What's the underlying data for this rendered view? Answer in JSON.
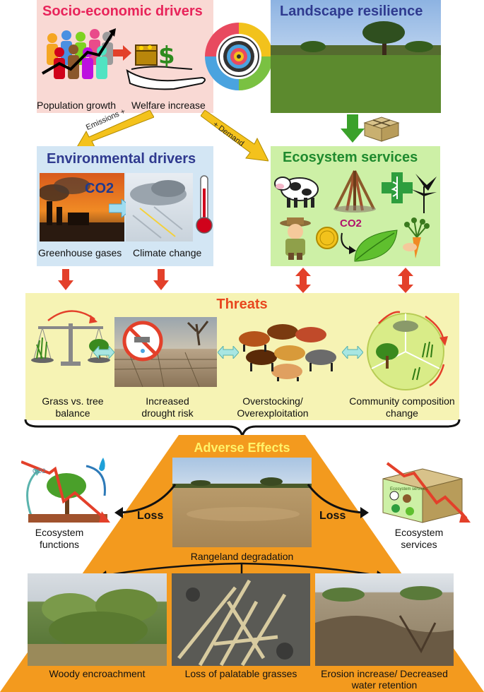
{
  "socio": {
    "title": "Socio-economic drivers",
    "population_label": "Population growth",
    "welfare_label": "Welfare increase"
  },
  "landscape": {
    "title": "Landscape resilience"
  },
  "flows": {
    "emissions_label": "Emissions +",
    "demand_label": "+ Demand"
  },
  "environmental": {
    "title": "Environmental drivers",
    "co2_label": "CO2",
    "greenhouse_label": "Greenhouse gases",
    "climate_label": "Climate change"
  },
  "ecosystem_services": {
    "title": "Ecosystem services",
    "co2_label": "CO2"
  },
  "threats": {
    "title": "Threats",
    "items": [
      {
        "label": "Grass vs. tree balance"
      },
      {
        "label": "Increased drought risk"
      },
      {
        "label": "Overstocking/ Overexploitation"
      },
      {
        "label": "Community composition change"
      }
    ]
  },
  "adverse": {
    "title": "Adverse Effects",
    "loss_left": "Loss",
    "loss_right": "Loss",
    "functions_label": "Ecosystem functions",
    "services_label": "Ecosystem services",
    "degradation_label": "Rangeland degradation",
    "co2_small": "CO2",
    "box_label": "Ecosystem services",
    "outcomes": [
      {
        "label": "Woody encroachment"
      },
      {
        "label": "Loss of palatable grasses"
      },
      {
        "label": "Erosion increase/ Decreased water retention"
      }
    ]
  },
  "colors": {
    "socio_bg": "#f9d9d4",
    "socio_title": "#e8245a",
    "env_bg": "#d3e6f4",
    "env_title": "#2f3a8f",
    "eco_bg": "#cdf0a6",
    "eco_title": "#1f8a2e",
    "threats_bg": "#f6f3b4",
    "threats_title": "#e8471e",
    "adverse_orange": "#f39a1e",
    "adverse_title": "#fff36a",
    "landscape_title": "#2f3a8f",
    "red_arrow": "#e3402a",
    "green_arrow": "#3aa12a",
    "yellow_arrow": "#f4c21c"
  }
}
